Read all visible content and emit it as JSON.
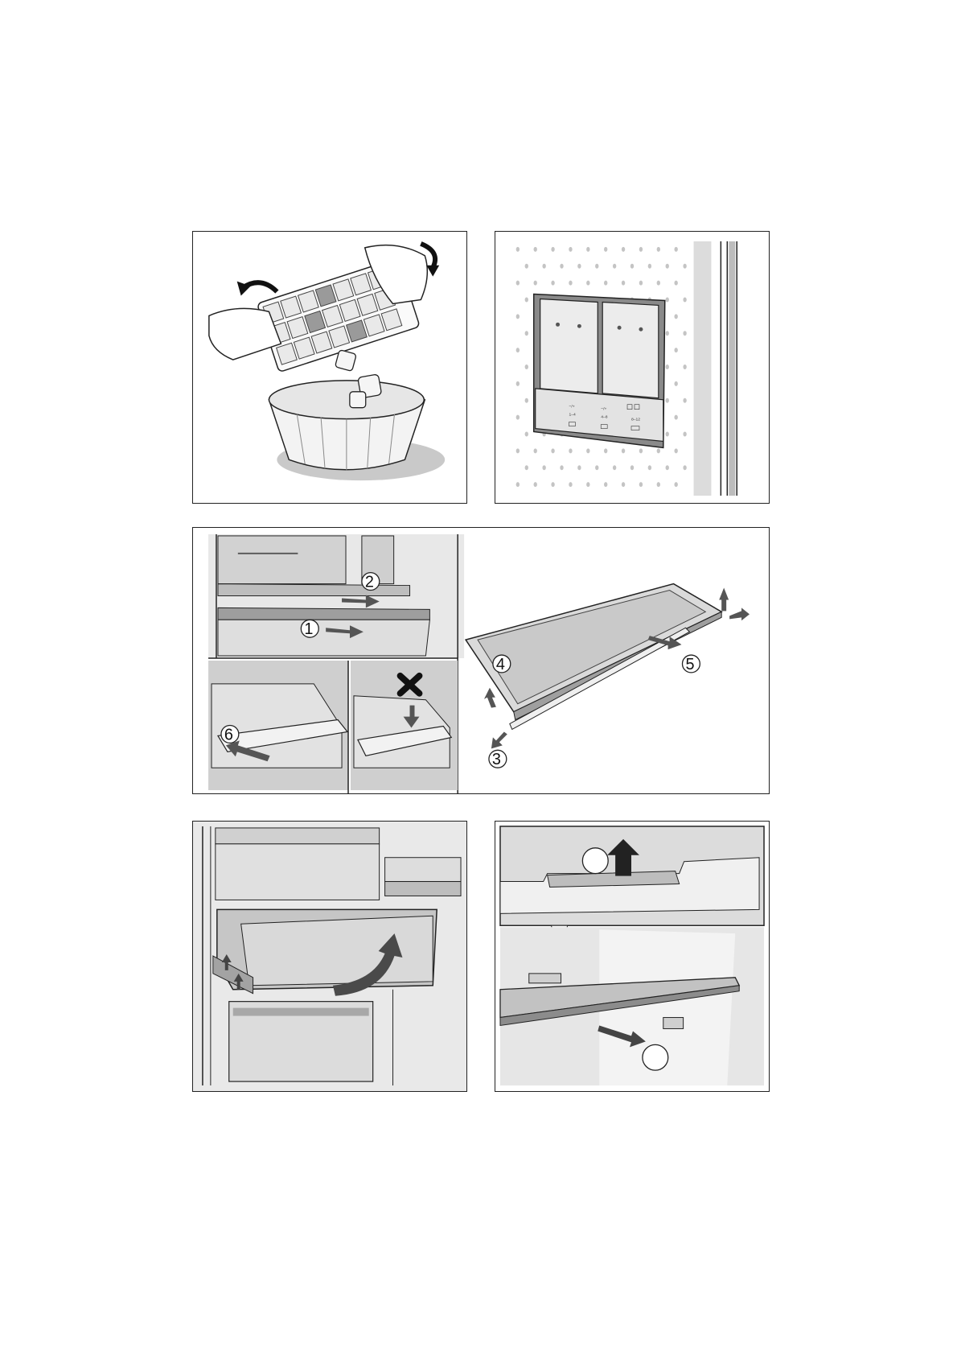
{
  "panels": {
    "ice_tray": {},
    "control_panel": {
      "labels": {
        "row1": [
          "−/+",
          "−/+",
          ""
        ],
        "row2": [
          "1–4",
          "4–8",
          "8–12"
        ]
      }
    },
    "shelf_removal": {
      "callouts": {
        "c1": "1",
        "c2": "2",
        "c3": "3",
        "c4": "4",
        "c5": "5",
        "c6": "6"
      }
    },
    "drawer_removal": {},
    "shelf_rail": {
      "callouts": {
        "a": "",
        "b": ""
      }
    }
  },
  "colors": {
    "line": "#222222",
    "grey_light": "#dcdcdc",
    "grey_mid": "#b5b5b5",
    "grey_dark": "#6f6f6f",
    "arrow": "#555555"
  }
}
